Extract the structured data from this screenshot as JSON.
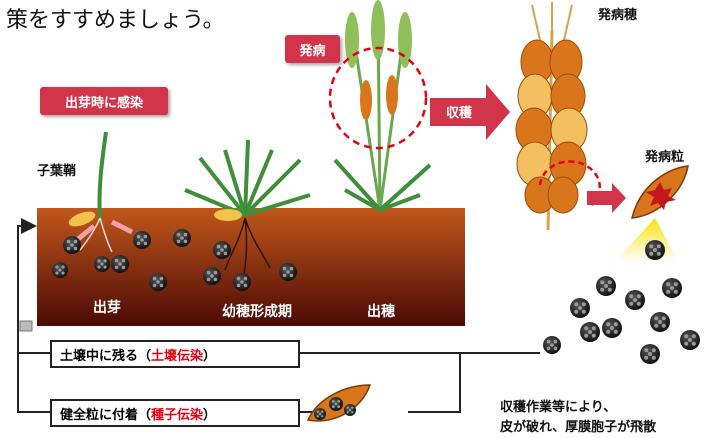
{
  "heading_fragment": "策をすすめましょう。",
  "tags": {
    "infection_at_germination": "出芽時に感染",
    "disease_onset": "発病",
    "harvest": "収穫"
  },
  "labels": {
    "coleoptile": "子葉鞘",
    "diseased_ear": "発病穂",
    "diseased_grain": "発病粒",
    "emergence": "出芽",
    "panicle_formation": "幼穂形成期",
    "heading": "出穂",
    "spread_line1": "収穫作業等により、",
    "spread_line2": "皮が破れ、厚膜胞子が飛散"
  },
  "routes": {
    "soil": {
      "prefix": "土壌中に残る（",
      "highlight": "土壌伝染",
      "suffix": "）"
    },
    "seed": {
      "prefix": "健全粒に付着（",
      "highlight": "種子伝染",
      "suffix": "）"
    }
  },
  "colors": {
    "soil_top": "#b5430f",
    "soil_bottom": "#4a0a06",
    "tag_red": "#d2344a",
    "highlight_red": "#e60012",
    "spore_dark": "#1a1a1a",
    "grain_orange": "#d9761c",
    "plant_green": "#3f8f3a"
  }
}
